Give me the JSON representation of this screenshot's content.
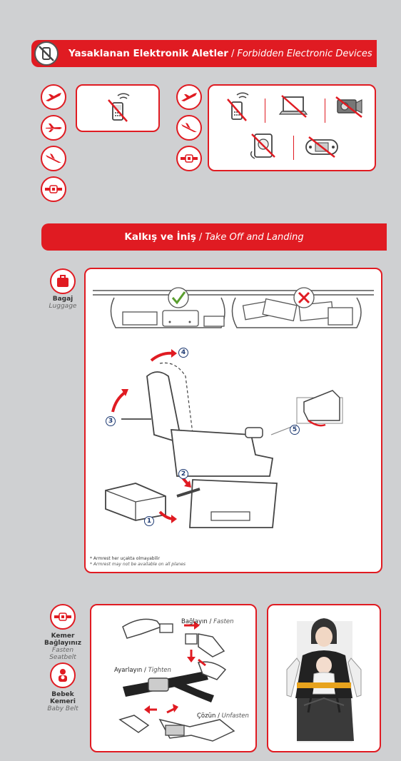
{
  "section1": {
    "title_tr": "Yasaklanan Elektronik Aletler",
    "title_en": "Forbidden Electronic Devices",
    "icon": "no-electronics-icon"
  },
  "section2": {
    "title_tr": "Kalkış ve İniş",
    "title_en": "Take Off and Landing"
  },
  "luggage": {
    "label_tr": "Bagaj",
    "label_en": "Luggage"
  },
  "steps": [
    "1",
    "2",
    "3",
    "4",
    "5"
  ],
  "armrest_note": {
    "tr": "* Armrest her uçakta olmayabilir",
    "en": "* Armrest may not be available on all planes"
  },
  "seatbelt": {
    "label_tr_1": "Kemer",
    "label_tr_2": "Bağlayınız",
    "label_en_1": "Fasten",
    "label_en_2": "Seatbelt",
    "fasten_tr": "Bağlayın",
    "fasten_en": "Fasten",
    "tighten_tr": "Ayarlayın",
    "tighten_en": "Tighten",
    "unfasten_tr": "Çözün",
    "unfasten_en": "Unfasten"
  },
  "babybelt": {
    "label_tr_1": "Bebek",
    "label_tr_2": "Kemeri",
    "label_en": "Baby Belt"
  },
  "colors": {
    "accent": "#e01b22",
    "background": "#cfd0d2",
    "check": "#5a9e2f",
    "navy": "#1f3b73"
  }
}
